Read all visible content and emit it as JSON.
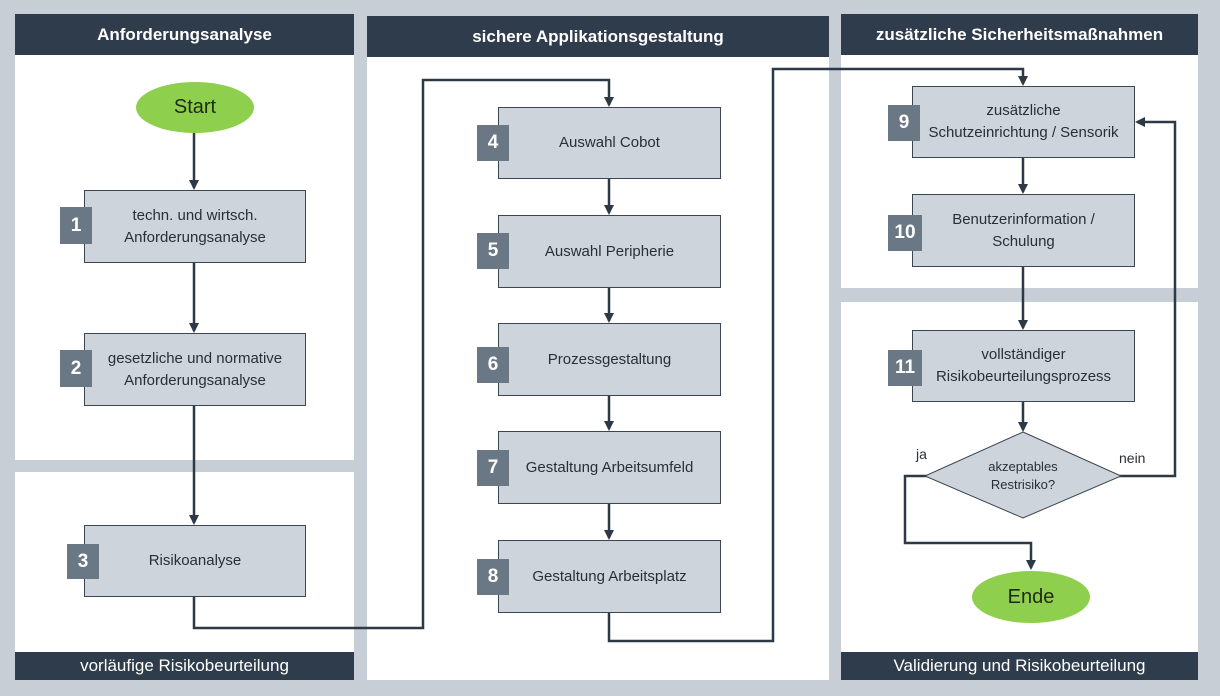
{
  "columns": {
    "left": {
      "header": "Anforderungsanalyse",
      "footer": "vorläufige Risikobeurteilung"
    },
    "middle": {
      "header": "sichere Applikationsgestaltung"
    },
    "right": {
      "header": "zusätzliche Sicherheitsmaßnahmen",
      "footer": "Validierung und Risikobeurteilung"
    }
  },
  "start_label": "Start",
  "end_label": "Ende",
  "steps": [
    {
      "number": "1",
      "label": "techn. und wirtsch.\nAnforderungsanalyse"
    },
    {
      "number": "2",
      "label": "gesetzliche und normative\nAnforderungsanalyse"
    },
    {
      "number": "3",
      "label": "Risikoanalyse"
    },
    {
      "number": "4",
      "label": "Auswahl Cobot"
    },
    {
      "number": "5",
      "label": "Auswahl Peripherie"
    },
    {
      "number": "6",
      "label": "Prozessgestaltung"
    },
    {
      "number": "7",
      "label": "Gestaltung Arbeitsumfeld"
    },
    {
      "number": "8",
      "label": "Gestaltung Arbeitsplatz"
    },
    {
      "number": "9",
      "label": "zusätzliche\nSchutzeinrichtung / Sensorik"
    },
    {
      "number": "10",
      "label": "Benutzerinformation /\nSchulung"
    },
    {
      "number": "11",
      "label": "vollständiger\nRisikobeurteilungsprozess"
    }
  ],
  "decision": {
    "label": "akzeptables\nRestrisiko?",
    "yes_label": "ja",
    "no_label": "nein"
  },
  "colors": {
    "header_bg": "#2f3c4b",
    "box_bg": "#ced4dc",
    "number_bg": "#6a7886",
    "oval_bg": "#8ecf4d",
    "background": "#c7ced6"
  }
}
